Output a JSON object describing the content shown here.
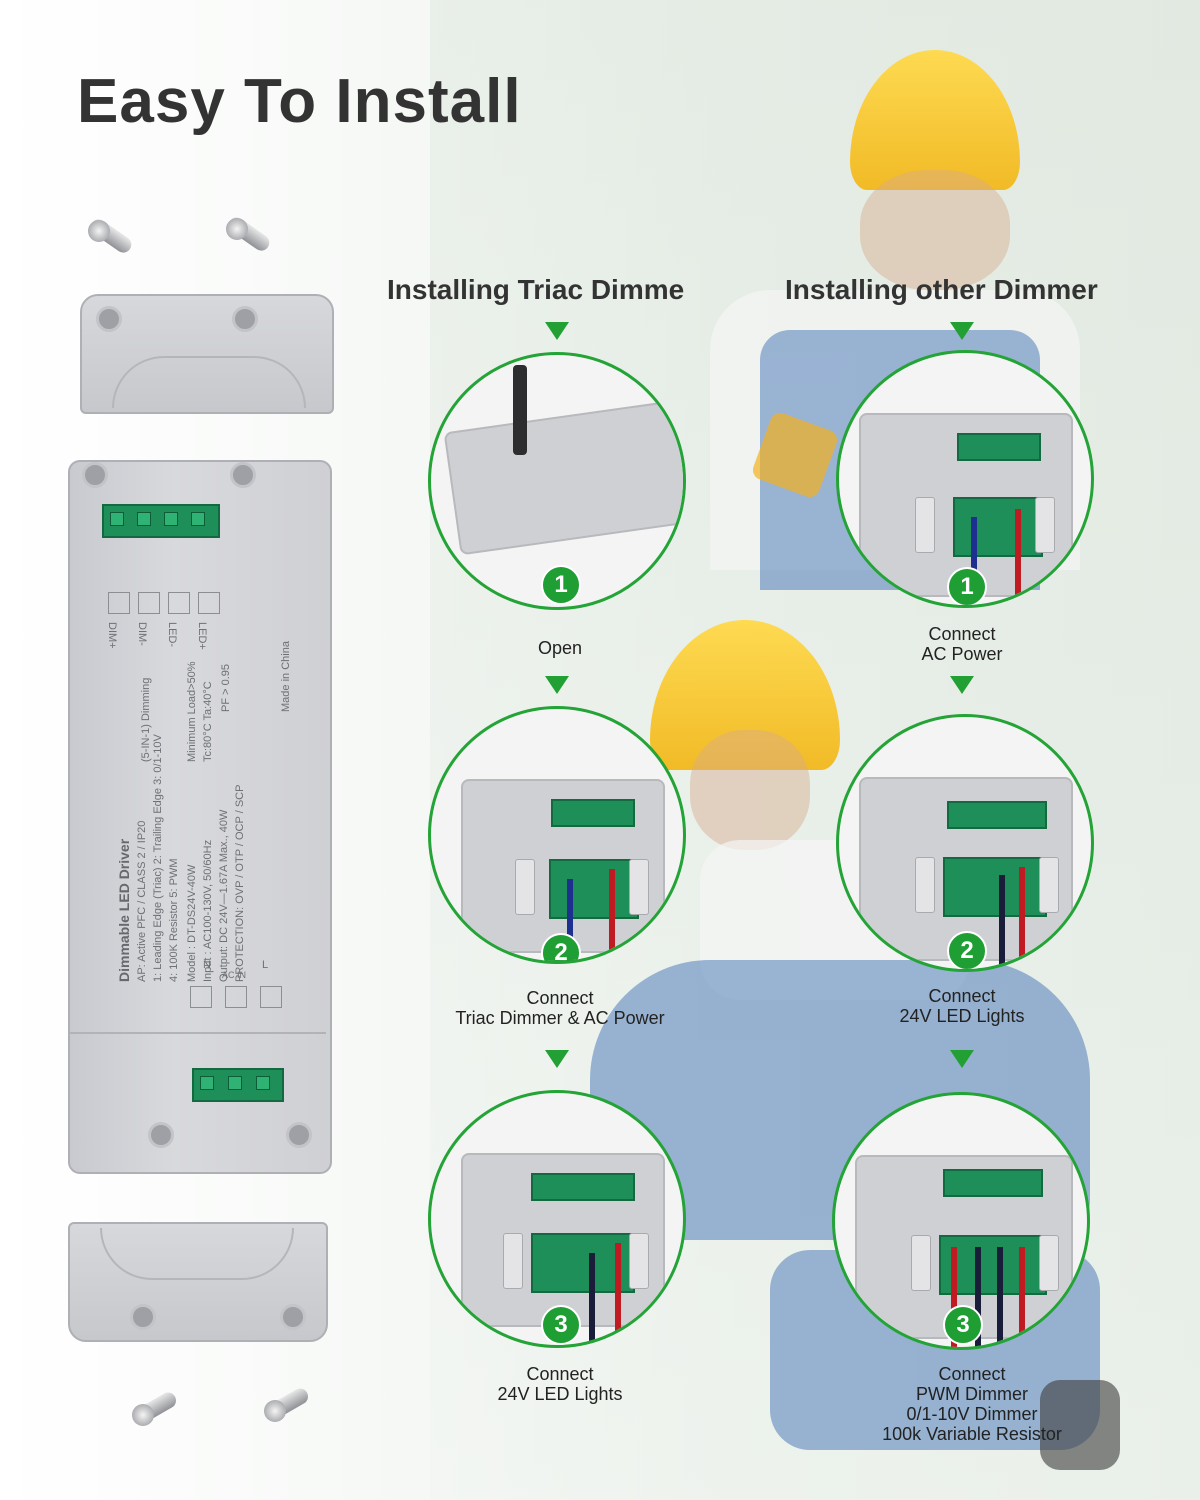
{
  "title": "Easy To Install",
  "columns": {
    "left_heading": "Installing Triac Dimme",
    "right_heading": "Installing other Dimmer"
  },
  "left_steps": [
    {
      "badge": "1",
      "caption_lines": [
        "Open"
      ]
    },
    {
      "badge": "2",
      "caption_lines": [
        "Connect",
        "Triac Dimmer & AC Power"
      ]
    },
    {
      "badge": "3",
      "caption_lines": [
        "Connect",
        "24V LED Lights"
      ]
    }
  ],
  "right_steps": [
    {
      "badge": "1",
      "caption_lines": [
        "Connect",
        "AC Power"
      ]
    },
    {
      "badge": "2",
      "caption_lines": [
        "Connect",
        "24V LED Lights"
      ]
    },
    {
      "badge": "3",
      "caption_lines": [
        "Connect",
        "PWM Dimmer",
        "0/1-10V Dimmer",
        "100k Variable Resistor"
      ]
    }
  ],
  "driver_label": {
    "name": "Dimmable LED Driver",
    "line1": "AP: Active PFC / CLASS 2 / IP20",
    "line2": "1: Leading Edge (Triac)  2: Trailing Edge  3: 0/1-10V",
    "line3": "4: 100K Resistor  5: PWM",
    "model": "Model : DT-DS24V-40W",
    "input": "Input   : AC100-130V,  50/60Hz",
    "output": "Output: DC 24V—1.67A Max., 40W",
    "protection": "PROTECTION: OVP / OTP / OCP / SCP",
    "dimming": "(5-IN-1) Dimming",
    "min_load": "Minimum Load>50%",
    "temp": "Tc:80°C Ta:40°C",
    "pf": "PF > 0.95",
    "made_in": "Made in China",
    "output_terms": [
      "DIM+",
      "DIM-",
      "LED-",
      "LED+"
    ],
    "input_terms": [
      "N",
      "AC IN",
      "L"
    ]
  },
  "colors": {
    "accent_green": "#1f9e34",
    "title": "#333333",
    "wire_red": "#c01a22",
    "wire_blue": "#1d2f8f"
  }
}
